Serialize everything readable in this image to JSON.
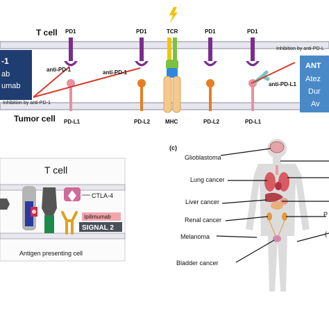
{
  "top_panel": {
    "t_cell_label": "T cell",
    "tumor_cell_label": "Tumor cell",
    "left_box": {
      "line1": "-1",
      "line2": "ab",
      "line3": "umab"
    },
    "right_box": {
      "line1": "ANT",
      "line2": "Atez",
      "line3": "Dur",
      "line4": "Av"
    },
    "inhibition_pd1": "Inhibition by anti-PD-1",
    "inhibition_pdl1": "Inhibition by anti-PD-L",
    "anti_pd1_a": "anti-PD-1",
    "anti_pd1_b": "anti-PD-1",
    "anti_pdl1": "anti-PD-L1",
    "receptors_top": [
      "PD1",
      "PD1",
      "TCR",
      "PD1",
      "PD1"
    ],
    "ligands_bottom": [
      "PD-L1",
      "PD-L2",
      "MHC",
      "PD-L2",
      "PD-L1"
    ]
  },
  "bottom_left_panel": {
    "t_cell_label": "T cell",
    "ctla4_label": "CTLA-4",
    "ipilimumab_label": "Ipilimumab",
    "signal2_label": "SIGNAL 2",
    "apc_label": "Antigen presenting cell"
  },
  "bottom_right_panel": {
    "panel_letter": "(c)",
    "cancers": [
      "Glioblastoma",
      "Lung cancer",
      "Liver cancer",
      "Renal cancer",
      "Melanoma",
      "Bladder cancer"
    ],
    "right_stub_p": "P",
    "right_stub_q": "("
  },
  "colors": {
    "pd1": "#7b2d8e",
    "tcr_yellow": "#f1c40f",
    "tcr_green": "#7cc242",
    "mhc_blue": "#2e86de",
    "mhc_tan": "#f5c98a",
    "ligand_orange": "#e67e22",
    "ligand_pink": "#e8909c",
    "navy_box": "#1f3d70",
    "blue_box": "#4a89c8",
    "inhibit_red": "#d63a2a",
    "antibody_teal": "#76c4c4"
  }
}
